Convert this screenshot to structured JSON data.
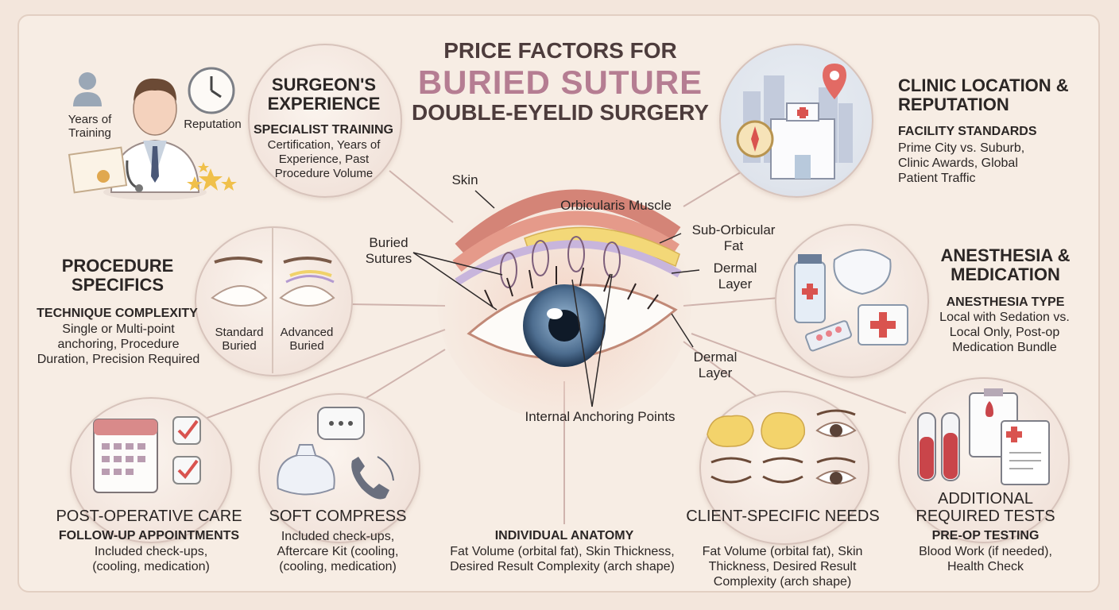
{
  "title": {
    "line1": "PRICE FACTORS FOR",
    "line2": "BURIED SUTURE",
    "line3": "DOUBLE-EYELID SURGERY"
  },
  "surgeon": {
    "heading": "SURGEON'S EXPERIENCE",
    "subheading": "SPECIALIST TRAINING",
    "body": "Certification, Years of Experience, Past Procedure Volume",
    "icon_label_training": "Years of Training",
    "icon_label_reputation": "Reputation"
  },
  "clinic": {
    "heading": "CLINIC LOCATION & REPUTATION",
    "subheading": "FACILITY STANDARDS",
    "body": "Prime City vs. Suburb, Clinic Awards, Global Patient Traffic"
  },
  "procedure": {
    "heading": "PROCEDURE SPECIFICS",
    "subheading": "TECHNIQUE COMPLEXITY",
    "body": "Single or Multi-point anchoring, Procedure Duration, Precision Required",
    "label_standard": "Standard Buried",
    "label_advanced": "Advanced Buried"
  },
  "anesthesia": {
    "heading": "ANESTHESIA & MEDICATION",
    "subheading": "ANESTHESIA TYPE",
    "body": "Local with Sedation vs. Local Only, Post-op Medication Bundle"
  },
  "eye_labels": {
    "skin": "Skin",
    "orbicularis": "Orbicularis Muscle",
    "sub_orbicular_fat": "Sub-Orbicular Fat",
    "dermal_layer_upper": "Dermal Layer",
    "buried_sutures": "Buried Sutures",
    "dermal_layer_lower": "Dermal Layer",
    "anchoring_points": "Internal Anchoring Points"
  },
  "post_op": {
    "heading": "POST-OPERATIVE CARE",
    "subheading": "FOLLOW-UP APPOINTMENTS",
    "body": "Included check-ups, (cooling, medication)"
  },
  "soft_compress": {
    "heading": "SOFT COMPRESS",
    "body": "Included check-ups, Aftercare Kit (cooling, (cooling, medication)"
  },
  "individual_anatomy": {
    "subheading": "INDIVIDUAL ANATOMY",
    "body": "Fat Volume (orbital fat), Skin Thickness, Desired Result Complexity (arch shape)"
  },
  "client_needs": {
    "heading": "CLIENT-SPECIFIC NEEDS",
    "body": "Fat Volume (orbital fat), Skin Thickness, Desired Result Complexity (arch shape)"
  },
  "tests": {
    "heading": "ADDITIONAL REQUIRED TESTS",
    "subheading": "PRE-OP TESTING",
    "body": "Blood Work (if needed), Health Check"
  },
  "colors": {
    "background": "#f3e6dc",
    "accent_title": "#b57d92",
    "text": "#2b2625"
  }
}
